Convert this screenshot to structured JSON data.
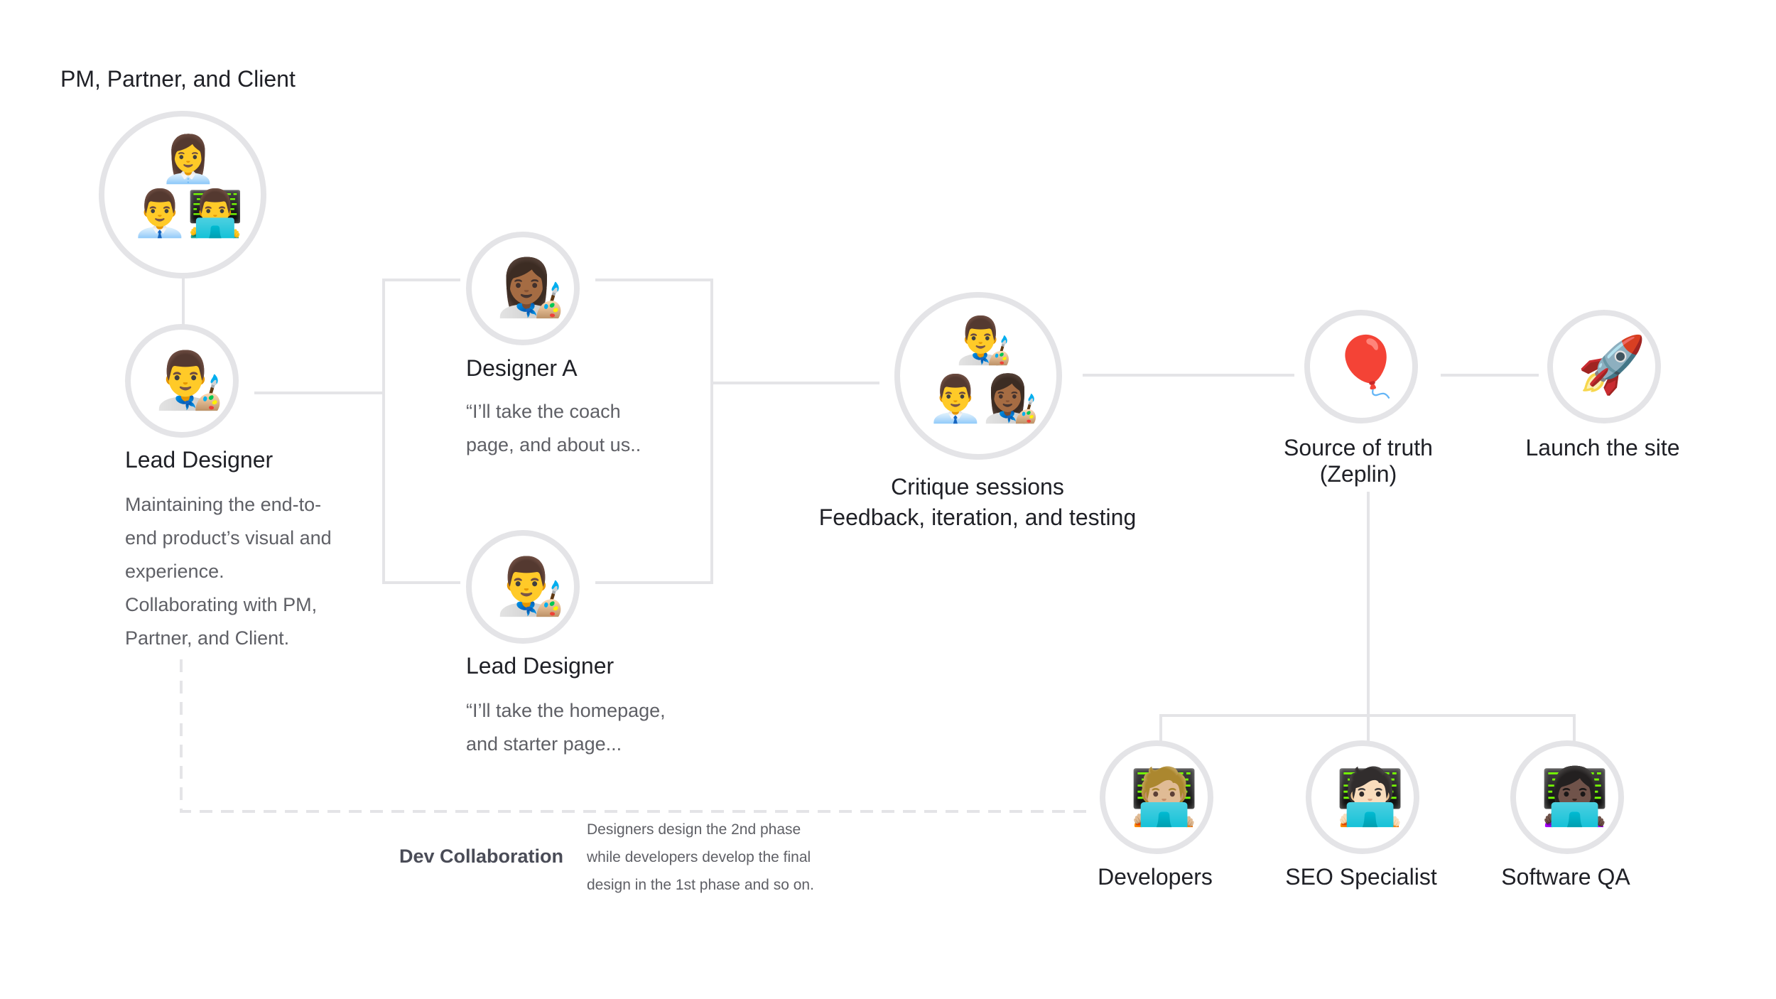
{
  "pm_group": {
    "title": "PM, Partner, and Client",
    "icons": [
      "woman-office-worker-icon",
      "man-office-worker-icon",
      "man-technologist-icon"
    ]
  },
  "lead_designer": {
    "title": "Lead Designer",
    "desc_lines": [
      "Maintaining the end-to-",
      "end product’s visual and",
      "experience.",
      "Collaborating with PM,",
      "Partner, and Client."
    ],
    "icon": "man-artist-icon"
  },
  "designer_a": {
    "title": "Designer A",
    "quote_lines": [
      "“I’ll take the coach",
      "page, and about us.."
    ],
    "icon": "woman-artist-icon"
  },
  "lead_designer_2": {
    "title": "Lead Designer",
    "quote_lines": [
      "“I’ll take the homepage,",
      "and starter page..."
    ],
    "icon": "man-artist-icon"
  },
  "critique": {
    "title_line1": "Critique sessions",
    "title_line2": "Feedback, iteration, and testing",
    "icons": [
      "man-artist-icon",
      "man-office-worker-icon",
      "woman-artist-icon"
    ]
  },
  "source_of_truth": {
    "title_line1": "Source of truth",
    "title_line2": "(Zeplin)",
    "icon": "zeppelin-icon"
  },
  "launch": {
    "title": "Launch the site",
    "icon": "rocket-icon"
  },
  "developers": {
    "title": "Developers",
    "icon": "technologist-icon"
  },
  "seo": {
    "title": "SEO Specialist",
    "icon": "technologist-icon"
  },
  "qa": {
    "title": "Software QA",
    "icon": "woman-technologist-icon"
  },
  "dev_collab": {
    "label": "Dev Collaboration",
    "note_lines": [
      "Designers design the 2nd phase",
      "while developers develop the final",
      "design in the 1st phase and so on."
    ]
  },
  "colors": {
    "ring": "#e4e4e7",
    "connector": "#e4e4e7",
    "text_dark": "#1f2026",
    "text_muted": "#5f6066",
    "label_bold": "#4a4c57"
  }
}
